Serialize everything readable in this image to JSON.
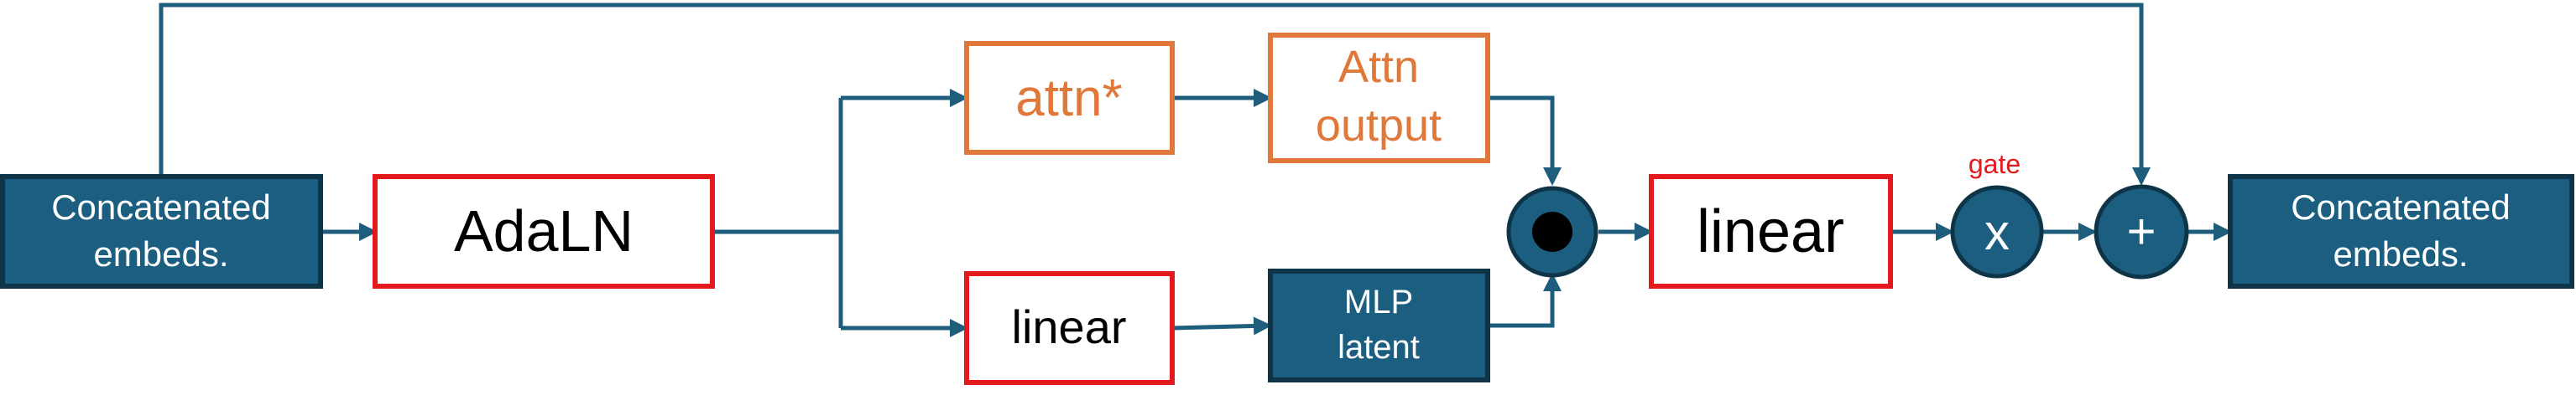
{
  "colors": {
    "teal_fill": "#1b5e80",
    "teal_dark": "#0e3448",
    "line": "#1f5d7c",
    "red": "#e3191e",
    "orange": "#e0783a",
    "black": "#000000",
    "white": "#ffffff"
  },
  "nodes": {
    "input": {
      "line1": "Concatenated",
      "line2": "embeds."
    },
    "adaln": {
      "label": "AdaLN"
    },
    "attn": {
      "label": "attn*"
    },
    "attn_output": {
      "line1": "Attn",
      "line2": "output"
    },
    "linear_mlp": {
      "label": "linear"
    },
    "mlp_latent": {
      "line1": "MLP",
      "line2": "latent"
    },
    "concat_op": {
      "icon": "circled-dot-icon"
    },
    "linear_out": {
      "label": "linear"
    },
    "gate_mul": {
      "label": "x",
      "caption": "gate"
    },
    "add": {
      "label": "+"
    },
    "output": {
      "line1": "Concatenated",
      "line2": "embeds."
    }
  }
}
